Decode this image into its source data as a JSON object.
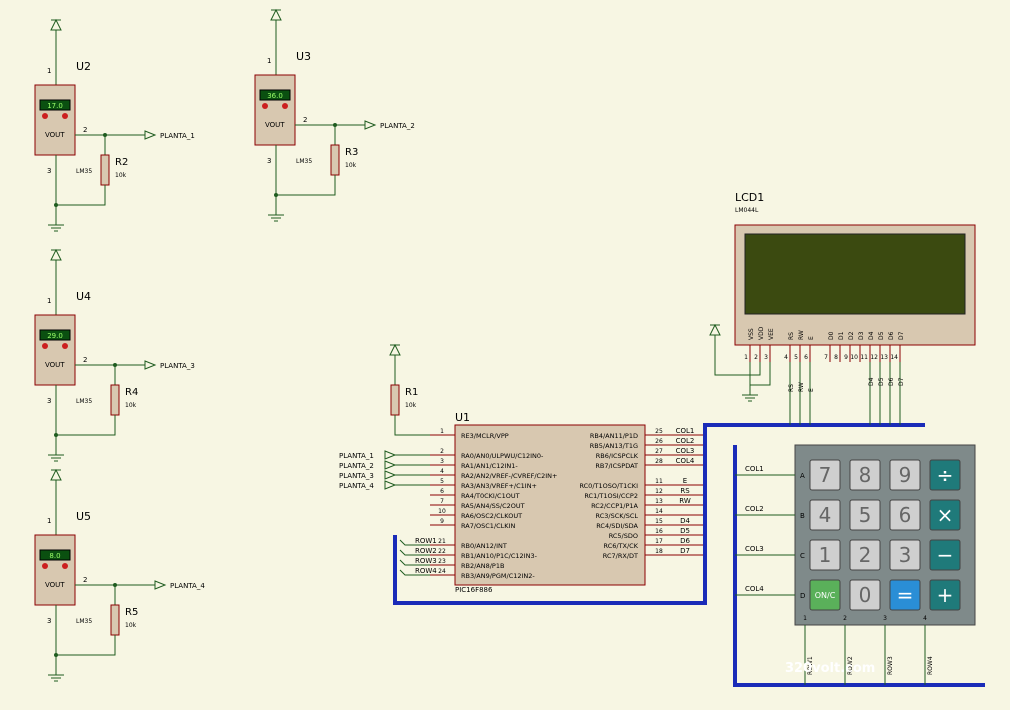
{
  "sensors": [
    {
      "ref": "U2",
      "temp": "17.0",
      "part": "LM35",
      "pin_top": "1",
      "pin_out": "2",
      "pin_bot": "3",
      "vout": "VOUT",
      "res_ref": "R2",
      "res_val": "10k",
      "net": "PLANTA_1"
    },
    {
      "ref": "U3",
      "temp": "36.0",
      "part": "LM35",
      "pin_top": "1",
      "pin_out": "2",
      "pin_bot": "3",
      "vout": "VOUT",
      "res_ref": "R3",
      "res_val": "10k",
      "net": "PLANTA_2"
    },
    {
      "ref": "U4",
      "temp": "29.0",
      "part": "LM35",
      "pin_top": "1",
      "pin_out": "2",
      "pin_bot": "3",
      "vout": "VOUT",
      "res_ref": "R4",
      "res_val": "10k",
      "net": "PLANTA_3"
    },
    {
      "ref": "U5",
      "temp": "8.0",
      "part": "LM35",
      "pin_top": "1",
      "pin_out": "2",
      "pin_bot": "3",
      "vout": "VOUT",
      "res_ref": "R5",
      "res_val": "10k",
      "net": "PLANTA_4"
    }
  ],
  "r1": {
    "ref": "R1",
    "val": "10k"
  },
  "mcu": {
    "ref": "U1",
    "part": "PIC16F886",
    "left_pins": [
      {
        "num": "1",
        "name": "RE3/MCLR/VPP",
        "net": ""
      },
      {
        "num": "2",
        "name": "RA0/AN0/ULPWU/C12IN0-",
        "net": "PLANTA_1"
      },
      {
        "num": "3",
        "name": "RA1/AN1/C12IN1-",
        "net": "PLANTA_2"
      },
      {
        "num": "4",
        "name": "RA2/AN2/VREF-/CVREF/C2IN+",
        "net": "PLANTA_3"
      },
      {
        "num": "5",
        "name": "RA3/AN3/VREF+/C1IN+",
        "net": "PLANTA_4"
      },
      {
        "num": "6",
        "name": "RA4/T0CKI/C1OUT",
        "net": ""
      },
      {
        "num": "7",
        "name": "RA5/AN4/SS/C2OUT",
        "net": ""
      },
      {
        "num": "10",
        "name": "RA6/OSC2/CLKOUT",
        "net": ""
      },
      {
        "num": "9",
        "name": "RA7/OSC1/CLKIN",
        "net": ""
      },
      {
        "num": "21",
        "name": "RB0/AN12/INT",
        "net": "ROW1"
      },
      {
        "num": "22",
        "name": "RB1/AN10/P1C/C12IN3-",
        "net": "ROW2"
      },
      {
        "num": "23",
        "name": "RB2/AN8/P1B",
        "net": "ROW3"
      },
      {
        "num": "24",
        "name": "RB3/AN9/PGM/C12IN2-",
        "net": "ROW4"
      }
    ],
    "right_pins": [
      {
        "num": "25",
        "name": "RB4/AN11/P1D",
        "net": "COL1"
      },
      {
        "num": "26",
        "name": "RB5/AN13/T1G",
        "net": "COL2"
      },
      {
        "num": "27",
        "name": "RB6/ICSPCLK",
        "net": "COL3"
      },
      {
        "num": "28",
        "name": "RB7/ICSPDAT",
        "net": "COL4"
      },
      {
        "num": "11",
        "name": "RC0/T1OSO/T1CKI",
        "net": "E"
      },
      {
        "num": "12",
        "name": "RC1/T1OSI/CCP2",
        "net": "RS"
      },
      {
        "num": "13",
        "name": "RC2/CCP1/P1A",
        "net": "RW"
      },
      {
        "num": "14",
        "name": "RC3/SCK/SCL",
        "net": ""
      },
      {
        "num": "15",
        "name": "RC4/SDI/SDA",
        "net": "D4"
      },
      {
        "num": "16",
        "name": "RC5/SDO",
        "net": "D5"
      },
      {
        "num": "17",
        "name": "RC6/TX/CK",
        "net": "D6"
      },
      {
        "num": "18",
        "name": "RC7/RX/DT",
        "net": "D7"
      }
    ]
  },
  "lcd": {
    "ref": "LCD1",
    "part": "LM044L",
    "pins": [
      {
        "name": "VSS",
        "num": "1"
      },
      {
        "name": "VDD",
        "num": "2"
      },
      {
        "name": "VEE",
        "num": "3"
      },
      {
        "name": "RS",
        "num": "4"
      },
      {
        "name": "RW",
        "num": "5"
      },
      {
        "name": "E",
        "num": "6"
      },
      {
        "name": "D0",
        "num": "7"
      },
      {
        "name": "D1",
        "num": "8"
      },
      {
        "name": "D2",
        "num": "9"
      },
      {
        "name": "D3",
        "num": "10"
      },
      {
        "name": "D4",
        "num": "11"
      },
      {
        "name": "D5",
        "num": "12"
      },
      {
        "name": "D6",
        "num": "13"
      },
      {
        "name": "D7",
        "num": "14"
      }
    ],
    "wire_labels": [
      "RS",
      "RW",
      "E",
      "D4",
      "D5",
      "D6",
      "D7"
    ],
    "screen_color": "#3b4a10"
  },
  "keypad": {
    "rows": [
      "A",
      "B",
      "C",
      "D"
    ],
    "cols": [
      "1",
      "2",
      "3",
      "4"
    ],
    "col_nets": [
      "COL1",
      "COL2",
      "COL3",
      "COL4"
    ],
    "row_nets": [
      "ROW1",
      "ROW2",
      "ROW3",
      "ROW4"
    ],
    "keys": [
      [
        {
          "label": "7",
          "t": "n"
        },
        {
          "label": "8",
          "t": "n"
        },
        {
          "label": "9",
          "t": "n"
        },
        {
          "label": "÷",
          "t": "t"
        }
      ],
      [
        {
          "label": "4",
          "t": "n"
        },
        {
          "label": "5",
          "t": "n"
        },
        {
          "label": "6",
          "t": "n"
        },
        {
          "label": "×",
          "t": "t"
        }
      ],
      [
        {
          "label": "1",
          "t": "n"
        },
        {
          "label": "2",
          "t": "n"
        },
        {
          "label": "3",
          "t": "n"
        },
        {
          "label": "−",
          "t": "t"
        }
      ],
      [
        {
          "label": "ON/C",
          "t": "g"
        },
        {
          "label": "0",
          "t": "n"
        },
        {
          "label": "=",
          "t": "b"
        },
        {
          "label": "+",
          "t": "t"
        }
      ]
    ]
  },
  "watermark": "320volt.com",
  "colors": {
    "wire": "#1f5c1f",
    "pin": "#8b0000",
    "body": "#d8c8b0",
    "bus": "#1a2bb8",
    "num_key": "#cfcfcf",
    "teal_key": "#1f7a7a",
    "blue_key": "#2a8ed6",
    "green_key": "#5ab05a"
  }
}
